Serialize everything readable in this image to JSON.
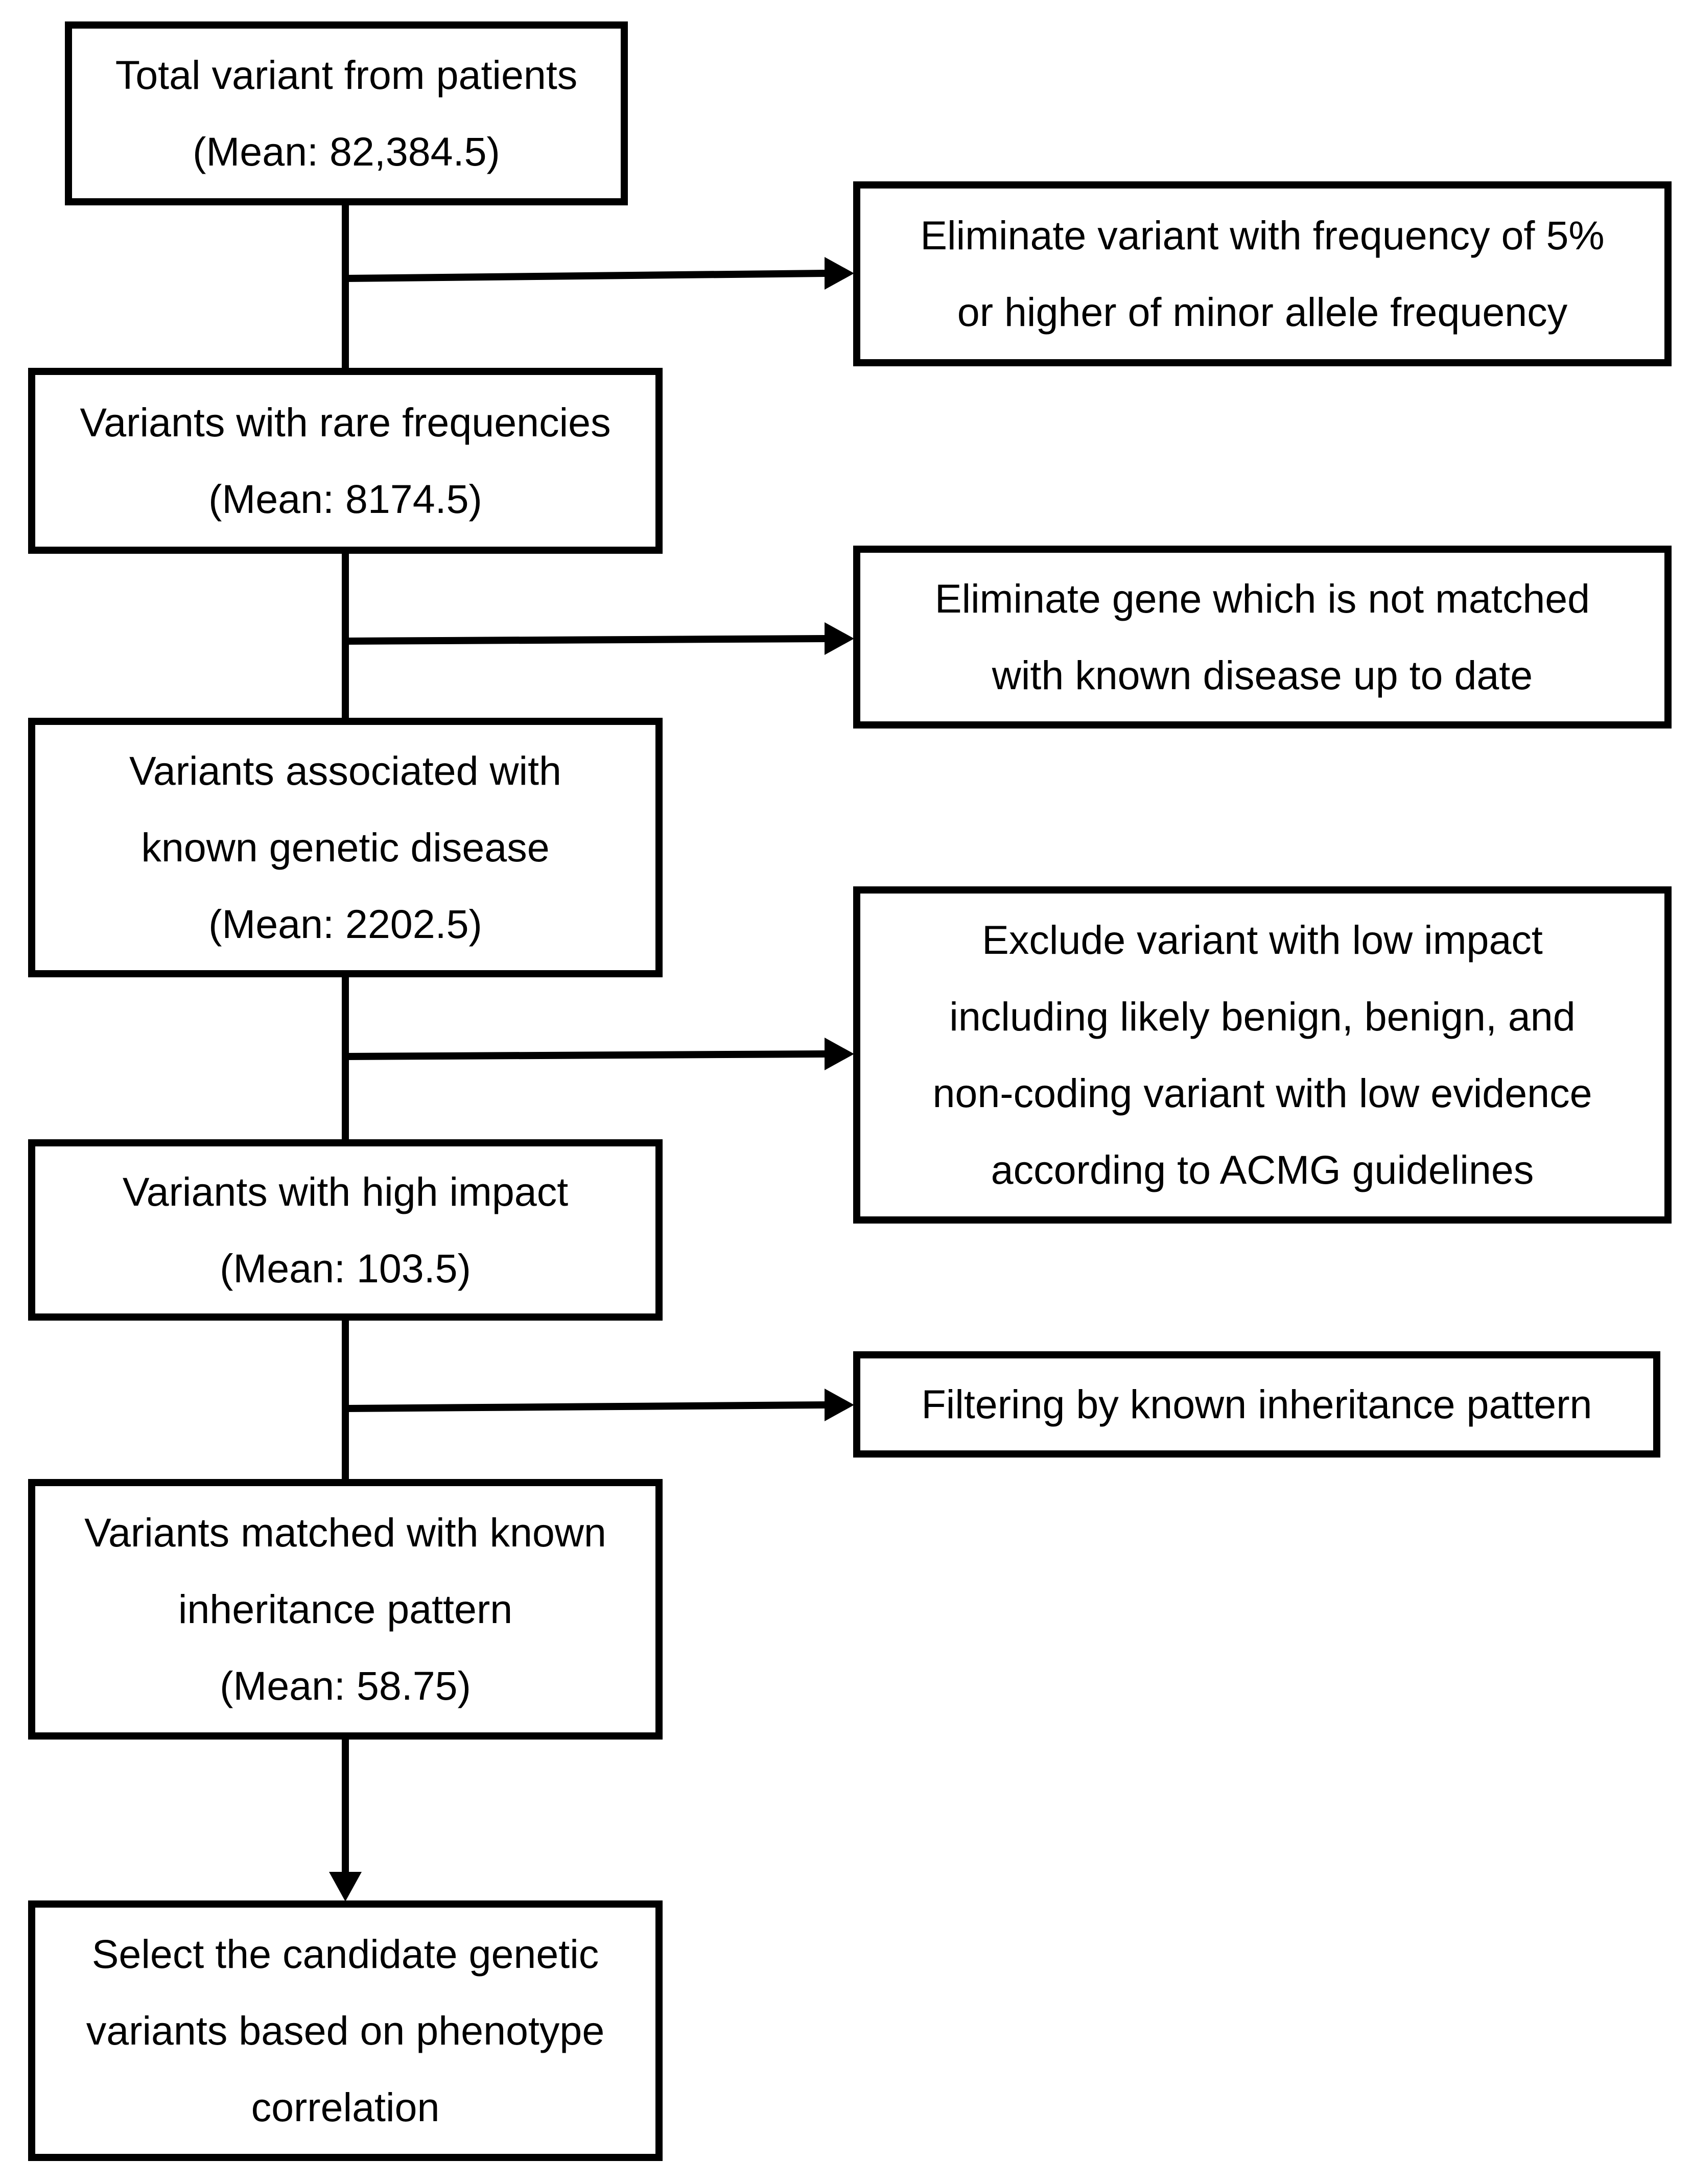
{
  "main_steps": [
    {
      "lines": [
        "Total variant from patients",
        "(Mean: 82,384.5)"
      ]
    },
    {
      "lines": [
        "Variants with rare frequencies",
        "(Mean: 8174.5)"
      ]
    },
    {
      "lines": [
        "Variants associated with",
        "known genetic disease",
        "(Mean: 2202.5)"
      ]
    },
    {
      "lines": [
        "Variants with high impact",
        "(Mean: 103.5)"
      ]
    },
    {
      "lines": [
        "Variants matched with known",
        "inheritance pattern",
        "(Mean: 58.75)"
      ]
    },
    {
      "lines": [
        "Select the candidate genetic",
        "variants based on phenotype",
        "correlation"
      ]
    }
  ],
  "filters": [
    {
      "lines": [
        "Eliminate variant with frequency of 5%",
        "or higher of minor allele frequency"
      ]
    },
    {
      "lines": [
        "Eliminate gene which is not matched",
        "with known disease up to date"
      ]
    },
    {
      "lines": [
        "Exclude variant with low impact",
        "including likely benign, benign, and",
        "non-coding variant with low evidence",
        "according to ACMG guidelines"
      ]
    },
    {
      "lines": [
        "Filtering by known inheritance pattern"
      ]
    }
  ],
  "colors": {
    "stroke": "#000000",
    "background": "#ffffff"
  }
}
